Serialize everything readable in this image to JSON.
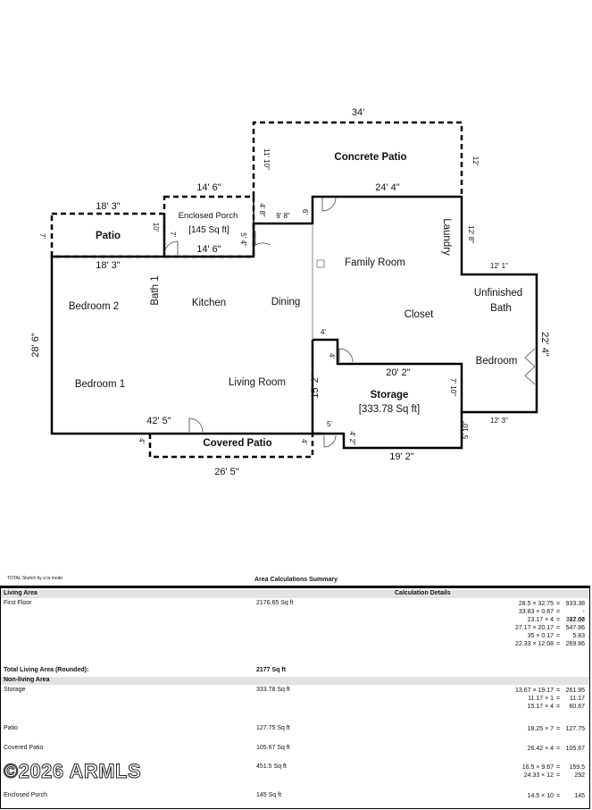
{
  "plan": {
    "dimensions": {
      "concrete_top": "34'",
      "concrete_left": "11' 10\"",
      "concrete_right": "12'",
      "patio_top": "18' 3\"",
      "patio_left": "7'",
      "patio_bottom": "18' 3\"",
      "enclosed_top": "14' 6\"",
      "enclosed_bottom": "14' 6\"",
      "enclosed_left": "10'",
      "enclosed_inner": "7'",
      "enclosed_right": "5' 4\"",
      "step_left": "4' 8\"",
      "step_top": "9' 8\"",
      "step_right": "6'",
      "family_top": "24' 4\"",
      "laundry_right": "12' 8\"",
      "unf_top": "12' 1\"",
      "right_side": "22' 4\"",
      "bed_bottom": "12' 3\"",
      "left_side": "28' 6\"",
      "living_bottom": "42' 5\"",
      "covered_left": "4'",
      "covered_right": "4'",
      "covered_bottom": "26' 5\"",
      "notch_top": "4'",
      "notch_side": "4'",
      "storage_top": "20' 2\"",
      "storage_left": "15' 2\"",
      "storage_right": "7' 10\"",
      "step2_top": "5'",
      "step2_side": "4' 2\"",
      "storage_bottom": "19' 2\"",
      "storage_step_right": "5' 10\""
    },
    "rooms": {
      "concrete_patio": "Concrete Patio",
      "patio": "Patio",
      "enclosed_porch": "Enclosed Porch",
      "enclosed_porch_area": "[145 Sq ft]",
      "family_room": "Family Room",
      "laundry": "Laundry",
      "closet": "Closet",
      "unfinished_bath_1": "Unfinished",
      "unfinished_bath_2": "Bath",
      "bedroom_right": "Bedroom",
      "bath1": "Bath 1",
      "bedroom2": "Bedroom 2",
      "kitchen": "Kitchen",
      "dining": "Dining",
      "bedroom1": "Bedroom 1",
      "living_room": "Living Room",
      "storage": "Storage",
      "storage_area": "[333.78 Sq ft]",
      "covered_patio": "Covered Patio"
    }
  },
  "summary": {
    "credit": "TOTAL Sketch by a la mode",
    "title": "Area Calculations Summary",
    "living_header": "Living Area",
    "calc_header": "Calculation Details",
    "first_floor": {
      "label": "First Floor",
      "area": "2176.65 Sq ft",
      "calcs": [
        {
          "expr": "28.5 × 32.75",
          "res": "933.38"
        },
        {
          "expr": "33.83 × 0.67",
          "res": "- 327.06"
        },
        {
          "expr": "23.17 × 4",
          "res": "92.67"
        },
        {
          "expr": "27.17 × 20.17",
          "res": "547.86"
        },
        {
          "expr": "35 × 0.17",
          "res": "5.83"
        },
        {
          "expr": "22.33 × 12.08",
          "res": "269.86"
        }
      ]
    },
    "total_label": "Total Living Area (Rounded):",
    "total_value": "2177 Sq ft",
    "nonliving_header": "Non-living Area",
    "nonliving": [
      {
        "label": "Storage",
        "area": "333.78 Sq ft",
        "calcs": [
          {
            "expr": "13.67 × 19.17",
            "res": "261.95"
          },
          {
            "expr": "11.17 × 1",
            "res": "11.17"
          },
          {
            "expr": "15.17 × 4",
            "res": "60.67"
          }
        ]
      },
      {
        "label": "Patio",
        "area": "127.75 Sq ft",
        "calcs": [
          {
            "expr": "18.25 × 7",
            "res": "127.75"
          }
        ]
      },
      {
        "label": "Covered Patio",
        "area": "105.67 Sq ft",
        "calcs": [
          {
            "expr": "26.42 × 4",
            "res": "105.67"
          }
        ]
      },
      {
        "label": "",
        "area": "451.5 Sq ft",
        "calcs": [
          {
            "expr": "16.5 × 9.67",
            "res": "159.5"
          },
          {
            "expr": "24.33 × 12",
            "res": "292"
          }
        ]
      },
      {
        "label": "Enclosed Porch",
        "area": "145 Sq ft",
        "calcs": [
          {
            "expr": "14.5 × 10",
            "res": "145"
          }
        ]
      }
    ],
    "watermark": "©2026 ARMLS"
  }
}
